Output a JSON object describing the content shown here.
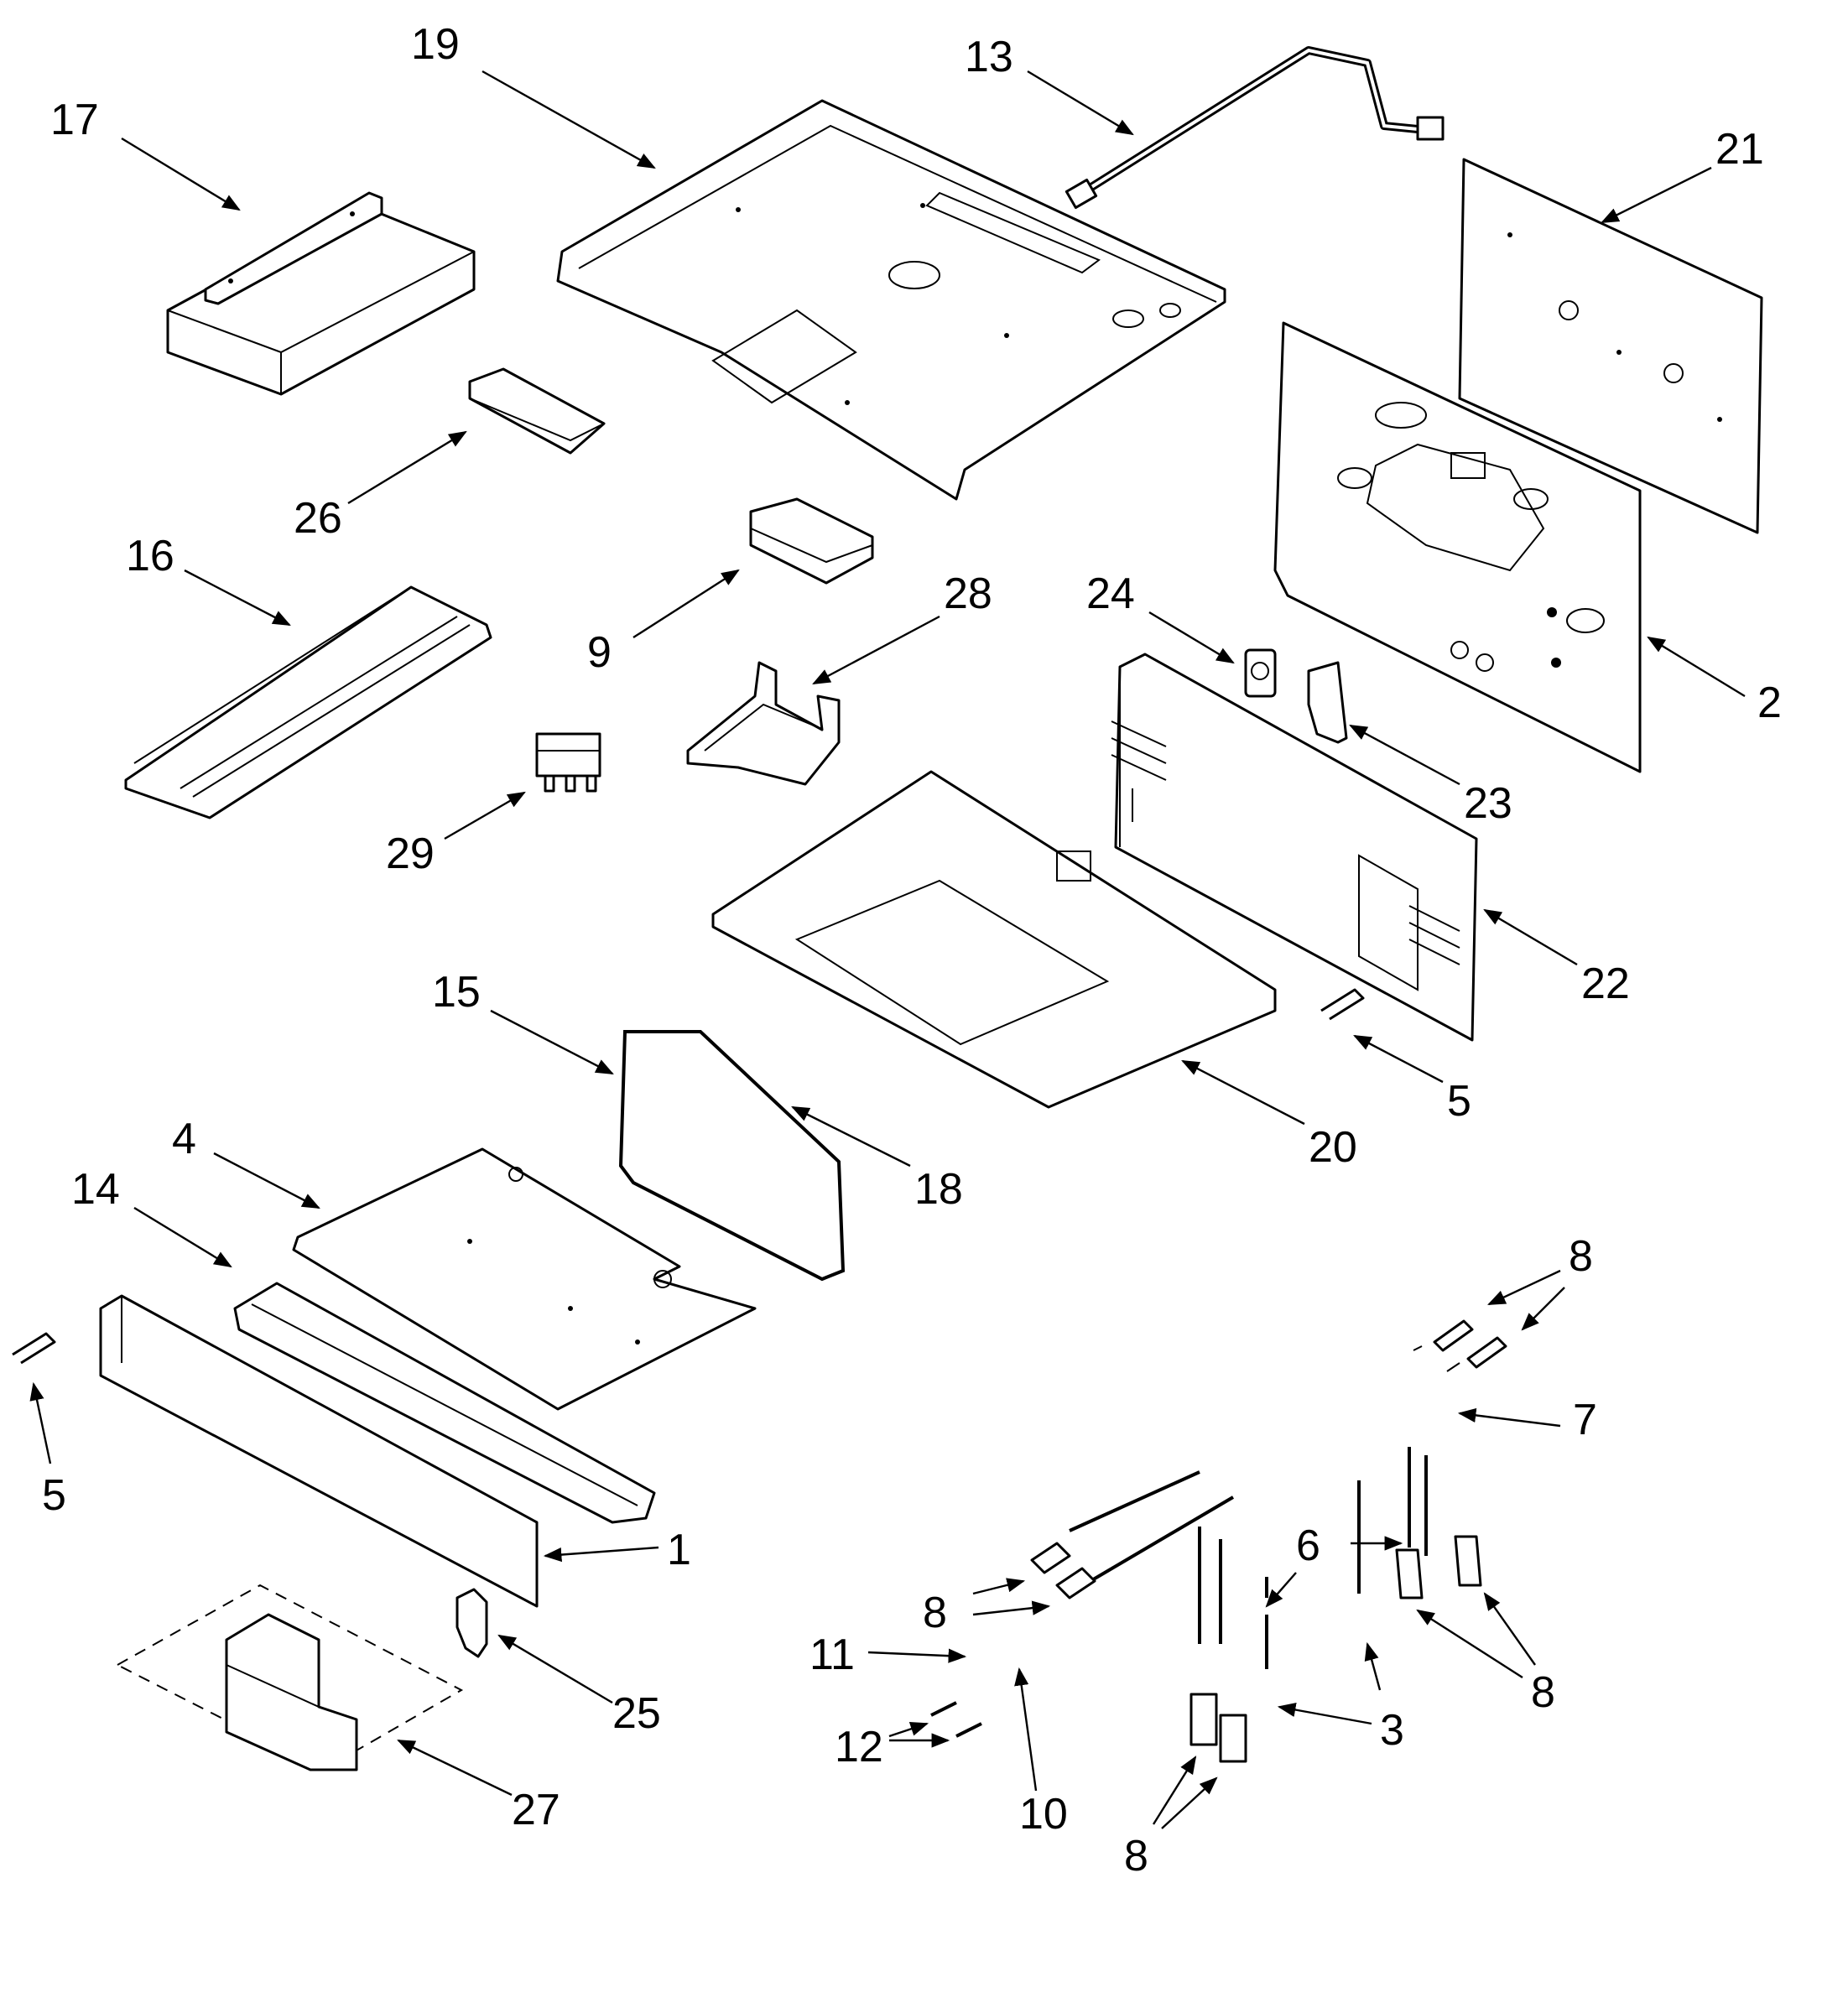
{
  "diagram": {
    "callouts": [
      {
        "id": "c17",
        "label": "17"
      },
      {
        "id": "c19",
        "label": "19"
      },
      {
        "id": "c13",
        "label": "13"
      },
      {
        "id": "c21",
        "label": "21"
      },
      {
        "id": "c26",
        "label": "26"
      },
      {
        "id": "c16",
        "label": "16"
      },
      {
        "id": "c9",
        "label": "9"
      },
      {
        "id": "c28",
        "label": "28"
      },
      {
        "id": "c24",
        "label": "24"
      },
      {
        "id": "c2",
        "label": "2"
      },
      {
        "id": "c23",
        "label": "23"
      },
      {
        "id": "c29",
        "label": "29"
      },
      {
        "id": "c22",
        "label": "22"
      },
      {
        "id": "c15",
        "label": "15"
      },
      {
        "id": "c5a",
        "label": "5"
      },
      {
        "id": "c20",
        "label": "20"
      },
      {
        "id": "c4",
        "label": "4"
      },
      {
        "id": "c18",
        "label": "18"
      },
      {
        "id": "c14",
        "label": "14"
      },
      {
        "id": "c8a",
        "label": "8"
      },
      {
        "id": "c5b",
        "label": "5"
      },
      {
        "id": "c7",
        "label": "7"
      },
      {
        "id": "c1",
        "label": "1"
      },
      {
        "id": "c6",
        "label": "6"
      },
      {
        "id": "c8b",
        "label": "8"
      },
      {
        "id": "c11",
        "label": "11"
      },
      {
        "id": "c8c",
        "label": "8"
      },
      {
        "id": "c25",
        "label": "25"
      },
      {
        "id": "c12",
        "label": "12"
      },
      {
        "id": "c3",
        "label": "3"
      },
      {
        "id": "c10",
        "label": "10"
      },
      {
        "id": "c27",
        "label": "27"
      },
      {
        "id": "c8d",
        "label": "8"
      }
    ]
  }
}
